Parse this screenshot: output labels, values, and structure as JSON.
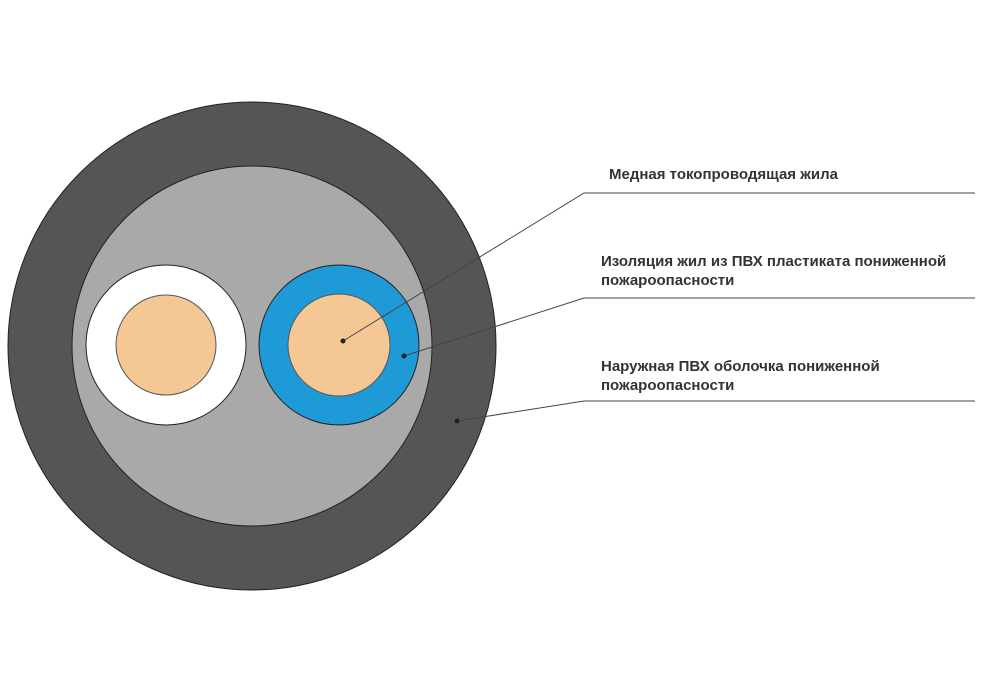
{
  "labels": {
    "conductor": "Медная токопроводящая жила",
    "insulation_line1": "Изоляция жил из ПВХ пластиката пониженной",
    "insulation_line2": "пожароопасности",
    "sheath_line1": "Наружная ПВХ оболочка пониженной",
    "sheath_line2": "пожароопасности"
  },
  "colors": {
    "outer_sheath": "#555555",
    "filler": "#a9a9a9",
    "core_insulation_white": "#ffffff",
    "core_insulation_blue": "#1e9bd7",
    "copper": "#f5c795",
    "outline": "#222222",
    "leader_line": "#444444"
  }
}
